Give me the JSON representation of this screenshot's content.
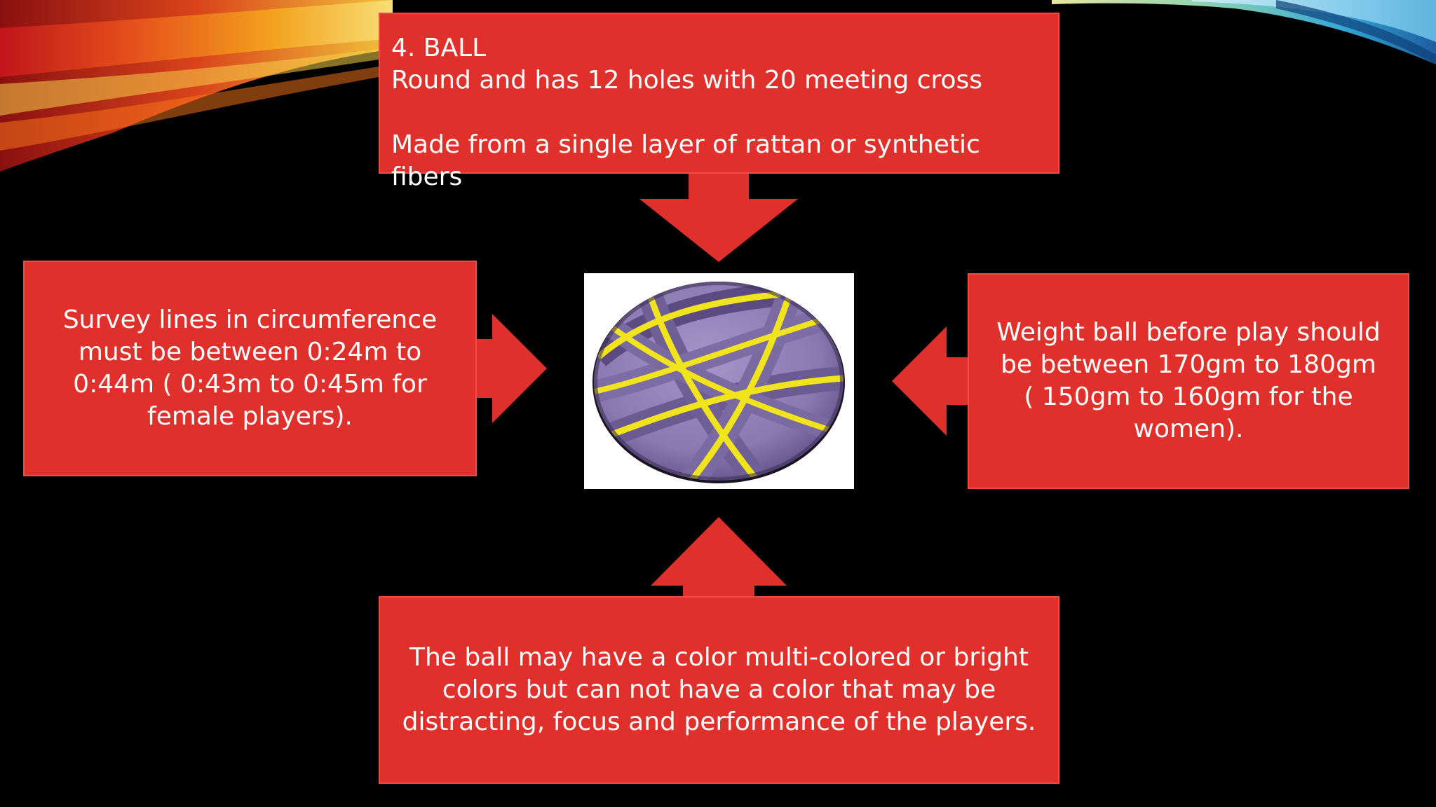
{
  "slide": {
    "colors": {
      "background": "#000000",
      "box_fill": "#e0302c",
      "text": "#ffffff",
      "ball_purple": "#8f7fb3",
      "ball_yellow": "#f2e41c"
    },
    "top_box": {
      "title": "4. BALL",
      "line1": "Round and has 12 holes with 20 meeting cross",
      "line2": "Made from a single layer of rattan or synthetic fibers"
    },
    "left_box": {
      "text": "Survey  lines in circumference must be between 0:24m to 0:44m ( 0:43m to 0:45m for female players)."
    },
    "right_box": {
      "line1": "Weight ball before play should be between 170gm to 180gm",
      "line2": "( 150gm to 160gm for the women)."
    },
    "bottom_box": {
      "text": "The ball may have a color multi-colored or bright colors but can not have a color that may be distracting, focus and performance of the players."
    },
    "icons": {
      "center_image": "sepak-takraw-ball",
      "arrow_top": "arrow-down-icon",
      "arrow_left": "arrow-right-icon",
      "arrow_right": "arrow-left-icon",
      "arrow_bottom": "arrow-up-icon"
    }
  }
}
